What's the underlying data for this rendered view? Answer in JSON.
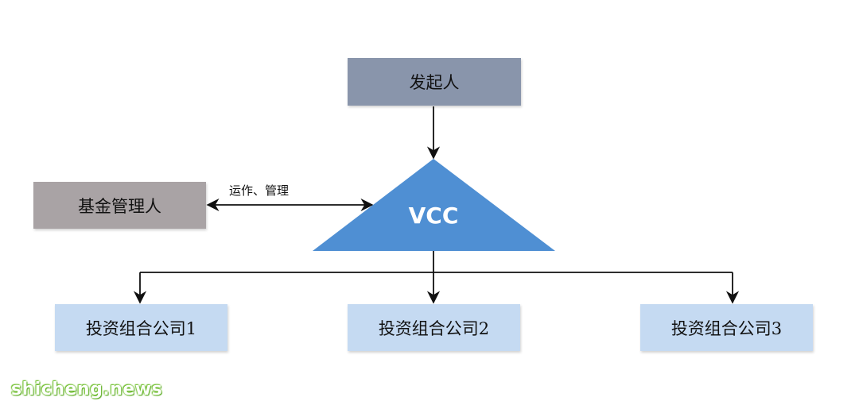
{
  "nodes": {
    "founder": "发起人",
    "fund_manager": "基金管理人",
    "vcc": "VCC",
    "portfolio_1": "投资组合公司1",
    "portfolio_2": "投资组合公司2",
    "portfolio_3": "投资组合公司3"
  },
  "edges": {
    "manager_vcc_label": "运作、管理"
  },
  "colors": {
    "founder_fill": "#8995ab",
    "manager_fill": "#a9a3a5",
    "vcc_fill": "#4f8fd3",
    "portfolio_fill": "#c5daf2",
    "arrow": "#111111"
  },
  "watermark": "shicheng.news"
}
